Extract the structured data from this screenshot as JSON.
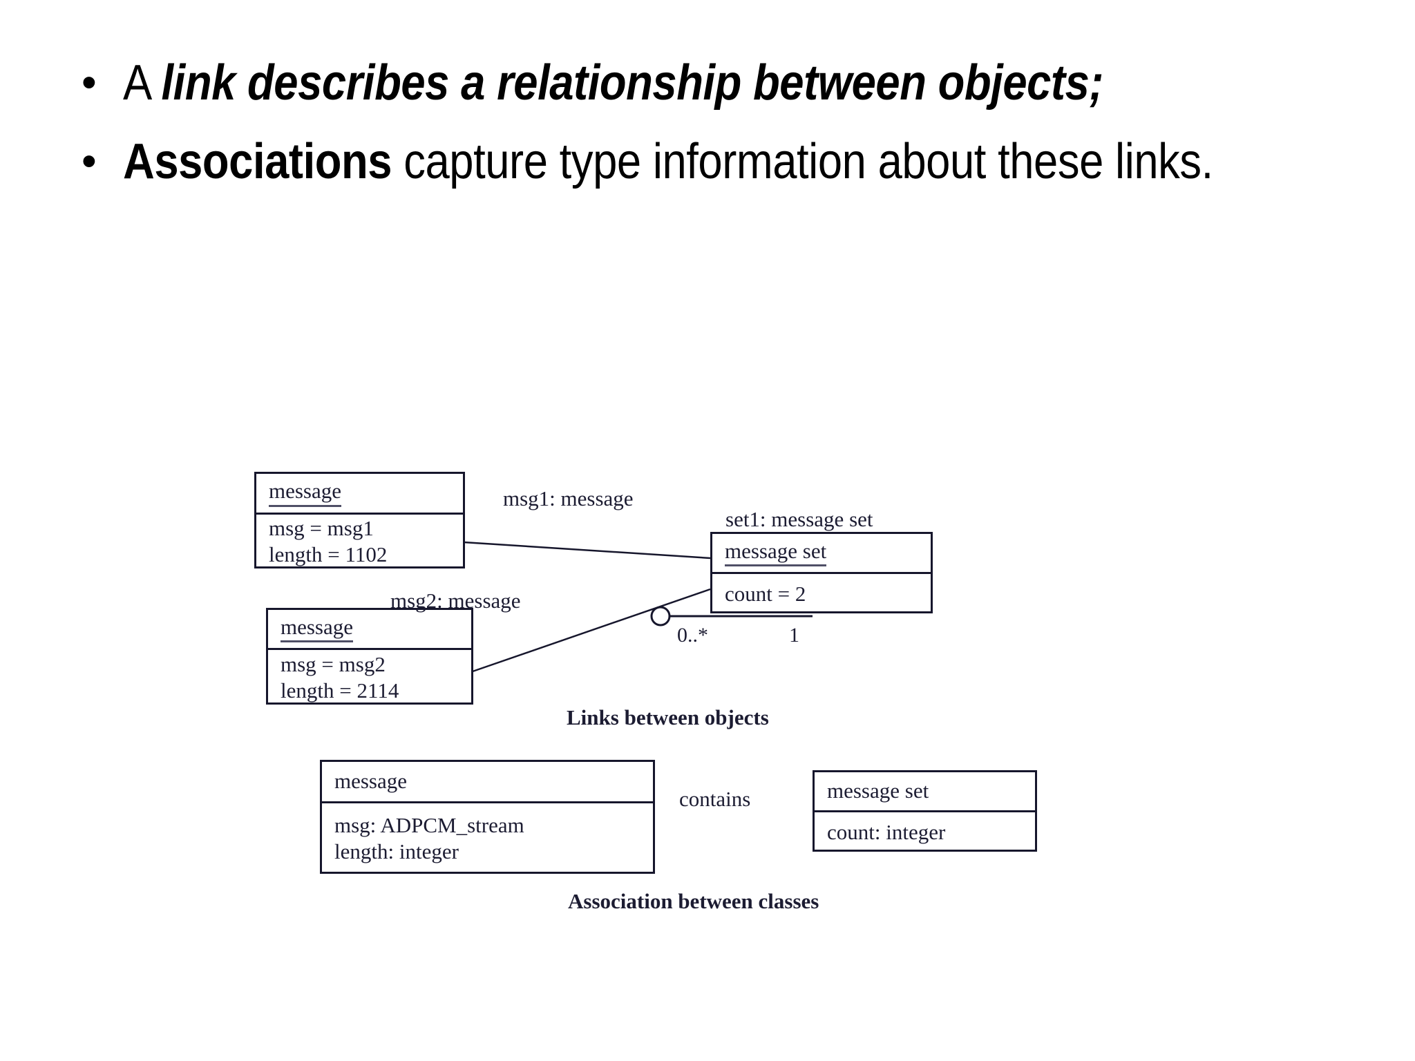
{
  "slide": {
    "bullets": [
      {
        "marker": "•",
        "lead_plain": "A ",
        "lead_emphasis": "link describes a relationship between objects;",
        "style": "bold-italic"
      },
      {
        "marker": "•",
        "lead_emphasis": "Associations",
        "rest": " capture type information about these links.",
        "style": "bold"
      }
    ]
  },
  "figure": {
    "object_diagram": {
      "caption": "Links between objects",
      "objects": [
        {
          "instance_label": "msg1: message",
          "class_name": "message",
          "attributes": [
            "msg = msg1",
            "length = 1102"
          ]
        },
        {
          "instance_label": "msg2: message",
          "class_name": "message",
          "attributes": [
            "msg = msg2",
            "length = 2114"
          ]
        },
        {
          "instance_label": "set1: message set",
          "class_name": "message set",
          "attributes": [
            "count = 2"
          ]
        }
      ]
    },
    "class_diagram": {
      "caption": "Association between classes",
      "association_name": "contains",
      "multiplicity_source": "0..*",
      "multiplicity_target": "1",
      "classes": [
        {
          "class_name": "message",
          "attributes": [
            "msg: ADPCM_stream",
            "length: integer"
          ]
        },
        {
          "class_name": "message set",
          "attributes": [
            "count: integer"
          ]
        }
      ]
    }
  },
  "colors": {
    "background": "#ffffff",
    "text": "#000000",
    "diagram_ink": "#1c1c32",
    "box_stroke": "#16162c",
    "underline": "#4f4f66"
  }
}
